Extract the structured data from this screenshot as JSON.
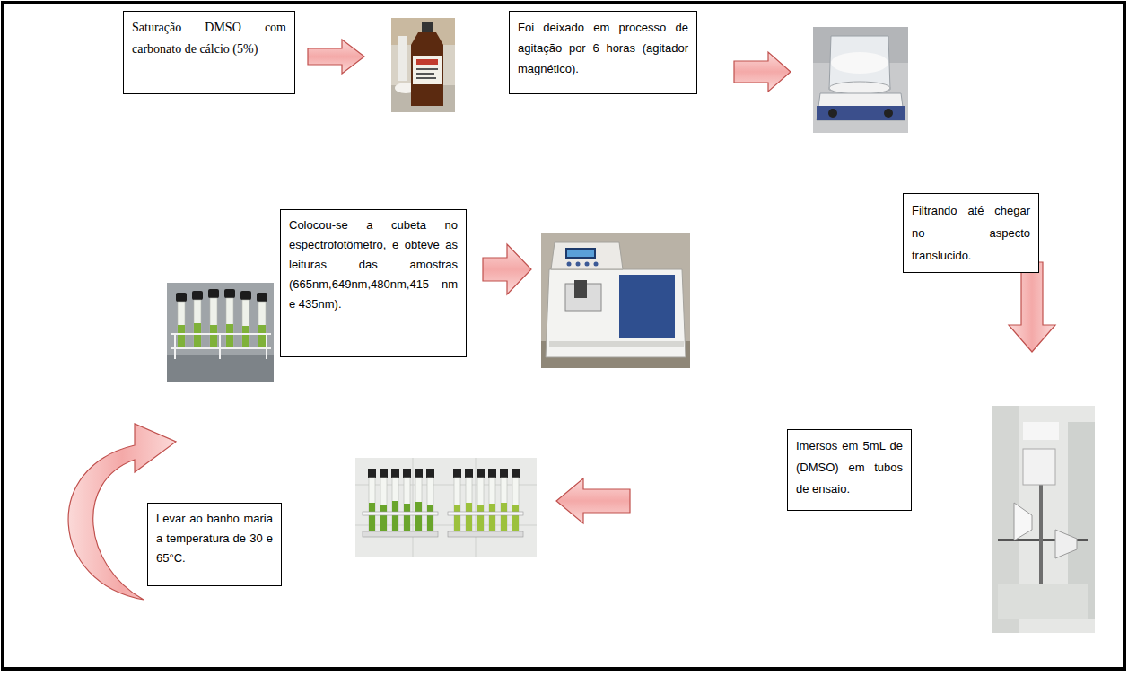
{
  "diagram": {
    "nodes": [
      {
        "text": [
          "Saturação DMSO com carbonato de cálcio (5%)"
        ]
      },
      {
        "text": [
          "Foi deixado em processo de agitação por 6 horas (agitador magnético)."
        ]
      },
      {
        "text": [
          "Filtrando até chegar no aspecto translucido."
        ]
      },
      {
        "text": [
          "Imersos em 5mL de (DMSO) em tubos de ensaio."
        ]
      },
      {
        "text": [
          "Levar ao banho maria a temperatura de 30 e 65°C."
        ]
      },
      {
        "text": [
          "Colocou-se a cubeta no espectrofotômetro, e obteve as leituras das amostras (665nm,649nm,480nm,415 nm e 435nm)."
        ]
      }
    ]
  }
}
